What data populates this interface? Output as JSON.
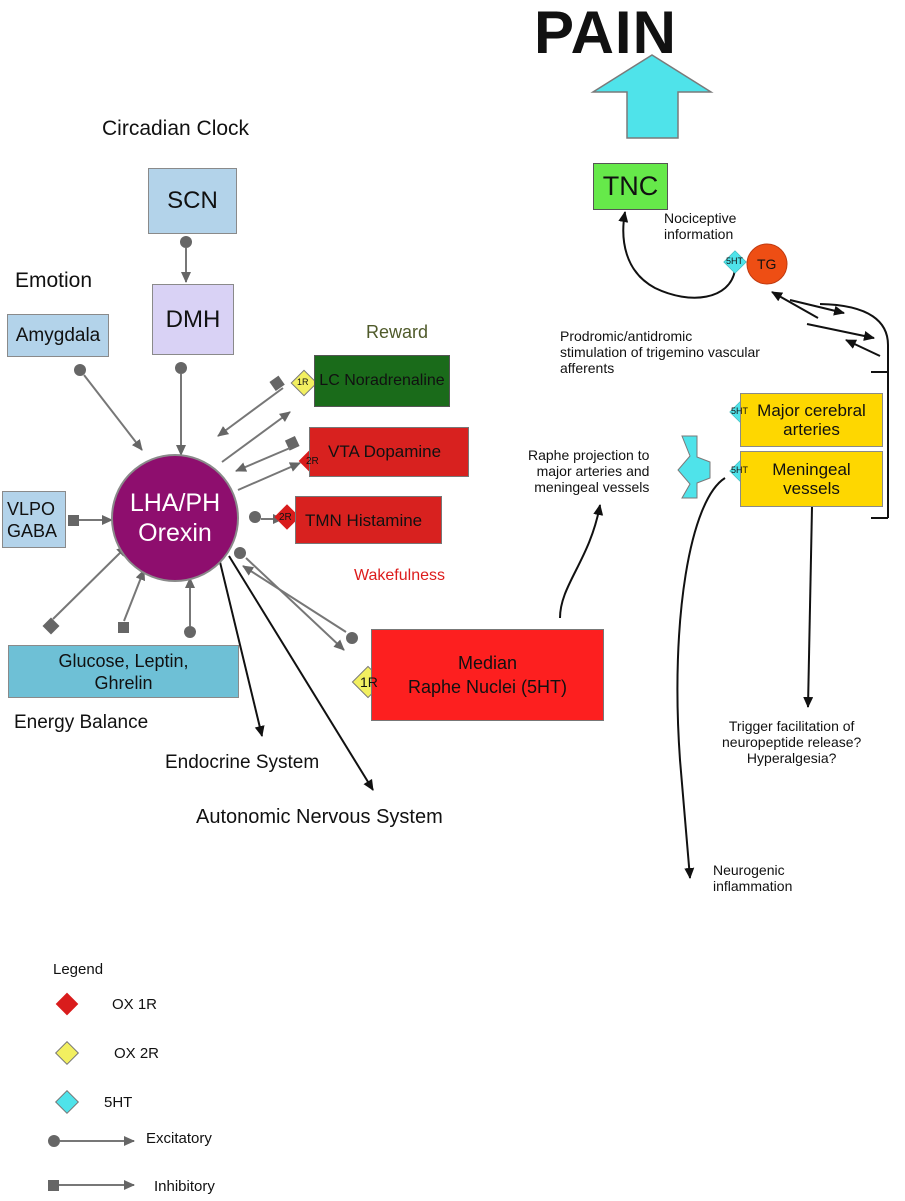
{
  "title": "PAIN",
  "nodes": {
    "scn": "SCN",
    "dmh": "DMH",
    "amygdala": "Amygdala",
    "vlpo_line1": "VLPO",
    "vlpo_line2": "GABA",
    "orexin_line1": "LHA/PH",
    "orexin_line2": "Orexin",
    "lc": "LC Noradrenaline",
    "vta": "VTA Dopamine",
    "tmn": "TMN Histamine",
    "glucose_line1": "Glucose, Leptin,",
    "glucose_line2": "Ghrelin",
    "raphe_line1": "Median",
    "raphe_line2": "Raphe Nuclei (5HT)",
    "tnc": "TNC",
    "tg": "TG",
    "major_line1": "Major cerebral",
    "major_line2": "arteries",
    "meningeal_line1": "Meningeal",
    "meningeal_line2": "vessels"
  },
  "receptor_tags": {
    "lc": "1R",
    "vta": "2R",
    "tmn": "2R",
    "raphe": "1R",
    "tg": "5HT",
    "major": "5HT",
    "meningeal": "5HT"
  },
  "labels": {
    "circadian_clock": "Circadian Clock",
    "emotion": "Emotion",
    "reward": "Reward",
    "wakefulness": "Wakefulness",
    "energy_balance": "Energy Balance",
    "endocrine": "Endocrine System",
    "autonomic": "Autonomic Nervous System",
    "nociceptive_line1": "Nociceptive",
    "nociceptive_line2": "information",
    "prodromic_line1": "Prodromic/antidromic",
    "prodromic_line2": "stimulation of trigemino vascular",
    "prodromic_line3": "afferents",
    "raphe_proj_line1": "Raphe projection to",
    "raphe_proj_line2": "major arteries and",
    "raphe_proj_line3": "meningeal vessels",
    "trigger_line1": "Trigger facilitation of",
    "trigger_line2": "neuropeptide release?",
    "trigger_line3": "Hyperalgesia?",
    "neurogenic_line1": "Neurogenic",
    "neurogenic_line2": "inflammation"
  },
  "legend": {
    "title": "Legend",
    "ox1r": "OX 1R",
    "ox2r": "OX 2R",
    "ht5": "5HT",
    "excitatory": "Excitatory",
    "inhibitory": "Inhibitory"
  },
  "colors": {
    "light_blue_box": "#b3d3ea",
    "dmh_box": "#d9d2f5",
    "orexin": "#8e0e6e",
    "lc": "#1a6b1a",
    "red_box": "#d8211f",
    "raphe": "#fd1f1f",
    "glucose": "#6ec0d6",
    "tnc": "#66e94a",
    "tg": "#ee4e14",
    "yellow_box": "#fed700",
    "cyan": "#4fe3ea",
    "diamond_red": "#d91c1c",
    "diamond_yellow": "#f2ef60",
    "reward_text": "#4f5a2a",
    "wakefulness_text": "#dd1c1c",
    "line": "#6e6e6e"
  }
}
